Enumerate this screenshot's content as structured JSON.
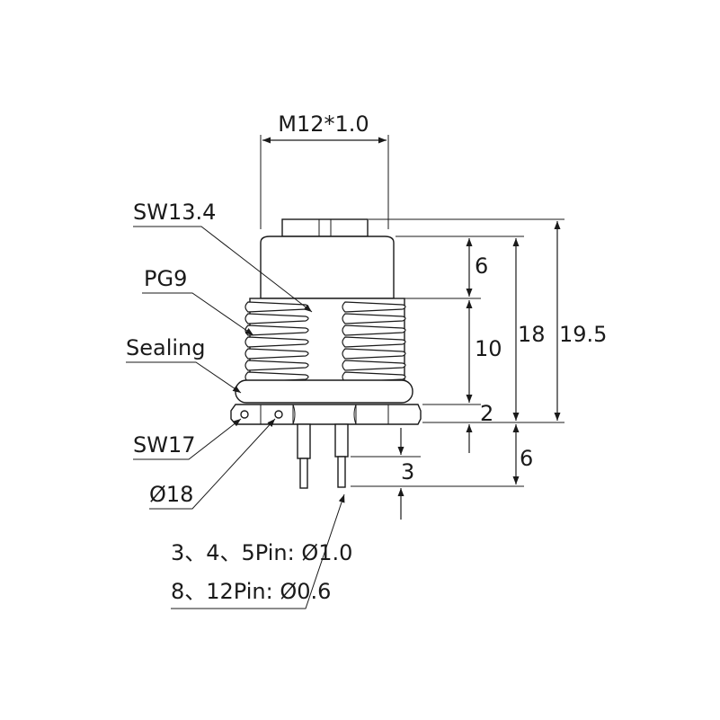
{
  "labels": {
    "thread": "M12*1.0",
    "sw_top": "SW13.4",
    "pg": "PG9",
    "sealing": "Sealing",
    "sw_nut": "SW17",
    "diameter": "Ø18",
    "pin_note_1": "3、4、5Pin: Ø1.0",
    "pin_note_2": "8、12Pin: Ø0.6"
  },
  "dimensions": {
    "d6_top": "6",
    "d10": "10",
    "d18": "18",
    "d19_5": "19.5",
    "d2": "2",
    "d6_pin": "6",
    "d3": "3"
  }
}
